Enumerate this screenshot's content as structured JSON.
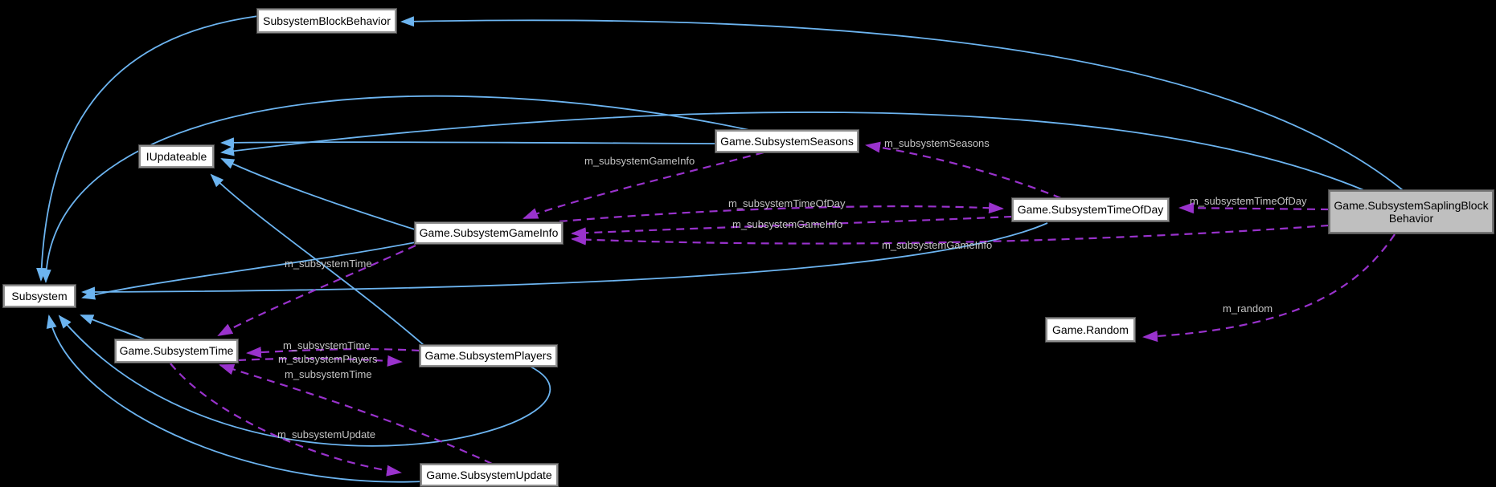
{
  "diagram": {
    "colors": {
      "background": "#000000",
      "inheritance_edge": "#6cb4f0",
      "usage_edge": "#9932cc",
      "node_fill": "#ffffff",
      "node_border": "#8f8f8f",
      "highlight_node_fill": "#bfbfbf",
      "edge_label_text": "#c4c4c4",
      "node_text": "#000000"
    },
    "nodes": {
      "subsystem_block_behavior": {
        "label": "SubsystemBlockBehavior"
      },
      "iupdateable": {
        "label": "IUpdateable"
      },
      "subsystem": {
        "label": "Subsystem"
      },
      "seasons": {
        "label": "Game.SubsystemSeasons"
      },
      "game_info": {
        "label": "Game.SubsystemGameInfo"
      },
      "time_of_day": {
        "label": "Game.SubsystemTimeOfDay"
      },
      "sapling": {
        "label_line1": "Game.SubsystemSaplingBlock",
        "label_line2": "Behavior"
      },
      "time": {
        "label": "Game.SubsystemTime"
      },
      "players": {
        "label": "Game.SubsystemPlayers"
      },
      "update": {
        "label": "Game.SubsystemUpdate"
      },
      "random": {
        "label": "Game.Random"
      }
    },
    "edge_labels": {
      "seasons_member": "m_subsystemSeasons",
      "game_info_from_seasons": "m_subsystemGameInfo",
      "game_info_from_time_of_day": "m_subsystemGameInfo",
      "game_info_from_sapling": "m_subsystemGameInfo",
      "time_of_day_from_game_info": "m_subsystemTimeOfDay",
      "time_of_day_from_sapling": "m_subsystemTimeOfDay",
      "random_member": "m_random",
      "time_from_game_info": "m_subsystemTime",
      "time_from_players": "m_subsystemTime",
      "time_from_update": "m_subsystemTime",
      "players_member": "m_subsystemPlayers",
      "update_member": "m_subsystemUpdate"
    }
  }
}
